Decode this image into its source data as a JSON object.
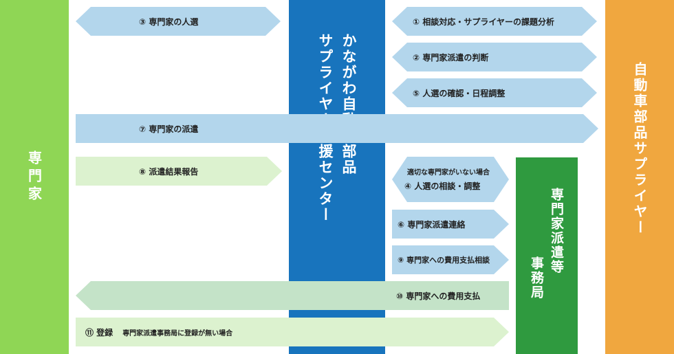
{
  "columns": {
    "expert": "専門家",
    "center_line1": "かながわ自動車部品",
    "center_line2": "サプライヤー支援センター",
    "supplier": "自動車部品サプライヤー",
    "office_line1": "専門家派遣等",
    "office_line2": "事務局"
  },
  "steps": {
    "s1": "① 相談対応・サプライヤーの課題分析",
    "s2": "② 専門家派遣の判断",
    "s3": "③ 専門家の人選",
    "s4_note": "適切な専門家がいない場合",
    "s4": "④ 人選の相談・調整",
    "s5": "⑤ 人選の確認・日程調整",
    "s6": "⑥ 専門家派遣連絡",
    "s7": "⑦ 専門家の派遣",
    "s8": "⑧ 派遣結果報告",
    "s9": "⑨ 専門家への費用支払相談",
    "s10": "⑩ 専門家への費用支払",
    "s11": "⑪ 登録",
    "s11_note": "専門家派遣事務局に登録が無い場合"
  },
  "colors": {
    "expert": "#8fd655",
    "center": "#1874bd",
    "supplier": "#f0a73f",
    "office": "#2f9a3f",
    "arrow_blue": "#b3d6ec",
    "arrow_light_green": "#dcf2cf",
    "arrow_mid_green": "#c4e3c8"
  }
}
